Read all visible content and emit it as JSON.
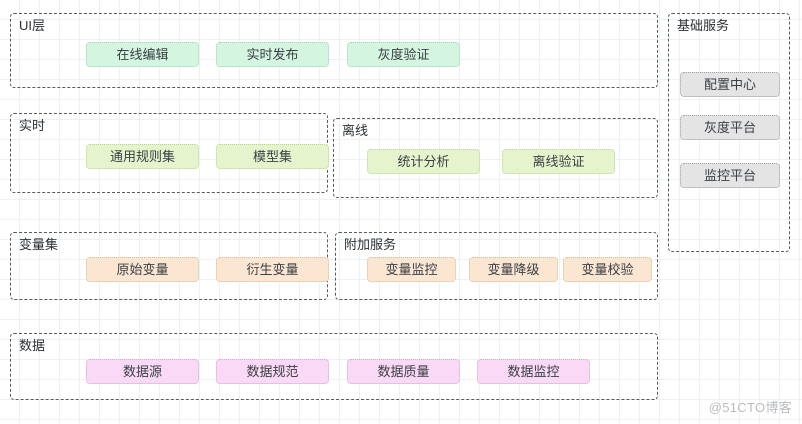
{
  "diagram": {
    "title_hidden": "",
    "watermark": "@51CTO博客",
    "panels": [
      {
        "key": "ui",
        "title": "UI层",
        "chips": [
          {
            "label": "在线编辑"
          },
          {
            "label": "实时发布"
          },
          {
            "label": "灰度验证"
          }
        ]
      },
      {
        "key": "realtime",
        "title": "实时",
        "chips": [
          {
            "label": "通用规则集"
          },
          {
            "label": "模型集"
          }
        ]
      },
      {
        "key": "offline",
        "title": "离线",
        "chips": [
          {
            "label": "统计分析"
          },
          {
            "label": "离线验证"
          }
        ]
      },
      {
        "key": "variables",
        "title": "变量集",
        "chips": [
          {
            "label": "原始变量"
          },
          {
            "label": "衍生变量"
          }
        ]
      },
      {
        "key": "extra",
        "title": "附加服务",
        "chips": [
          {
            "label": "变量监控"
          },
          {
            "label": "变量降级"
          },
          {
            "label": "变量校验"
          }
        ]
      },
      {
        "key": "data",
        "title": "数据",
        "chips": [
          {
            "label": "数据源"
          },
          {
            "label": "数据规范"
          },
          {
            "label": "数据质量"
          },
          {
            "label": "数据监控"
          }
        ]
      },
      {
        "key": "infra",
        "title": "基础服务",
        "chips": [
          {
            "label": "配置中心"
          },
          {
            "label": "灰度平台"
          },
          {
            "label": "监控平台"
          }
        ]
      }
    ]
  },
  "colors": {
    "mint": "#d4f5e0",
    "lime": "#e6f4ce",
    "peach": "#fbe6d2",
    "pink": "#f9d9f6",
    "grey": "#e4e4e4",
    "panel_border": "#555b60",
    "grid_line": "#eef1f4",
    "watermark": "#b9bcc0"
  }
}
